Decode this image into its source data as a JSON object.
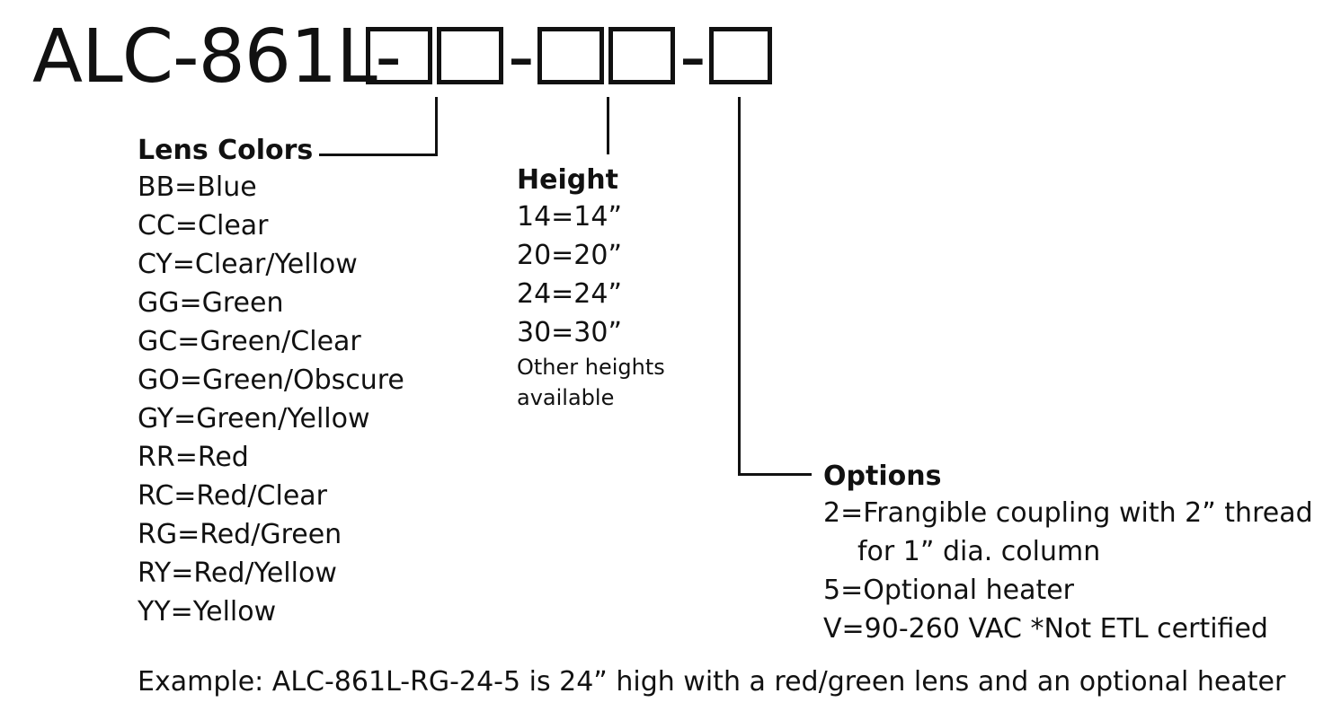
{
  "part_number": {
    "prefix": "ALC-861L-",
    "separator": "-"
  },
  "lens_colors": {
    "title": "Lens Colors",
    "items": [
      "BB=Blue",
      "CC=Clear",
      "CY=Clear/Yellow",
      "GG=Green",
      "GC=Green/Clear",
      "GO=Green/Obscure",
      "GY=Green/Yellow",
      "RR=Red",
      "RC=Red/Clear",
      "RG=Red/Green",
      "RY=Red/Yellow",
      "YY=Yellow"
    ]
  },
  "height": {
    "title": "Height",
    "items": [
      "14=14”",
      "20=20”",
      "24=24”",
      "30=30”"
    ],
    "note_line1": "Other heights",
    "note_line2": "available"
  },
  "options": {
    "title": "Options",
    "item1_line1": "2=Frangible coupling with 2” thread",
    "item1_line2": "for 1” dia. column",
    "item2": "5=Optional heater",
    "item3": "V=90-260 VAC  *Not ETL certified"
  },
  "example": "Example:  ALC-861L-RG-24-5 is 24” high with a red/green lens and an optional heater"
}
